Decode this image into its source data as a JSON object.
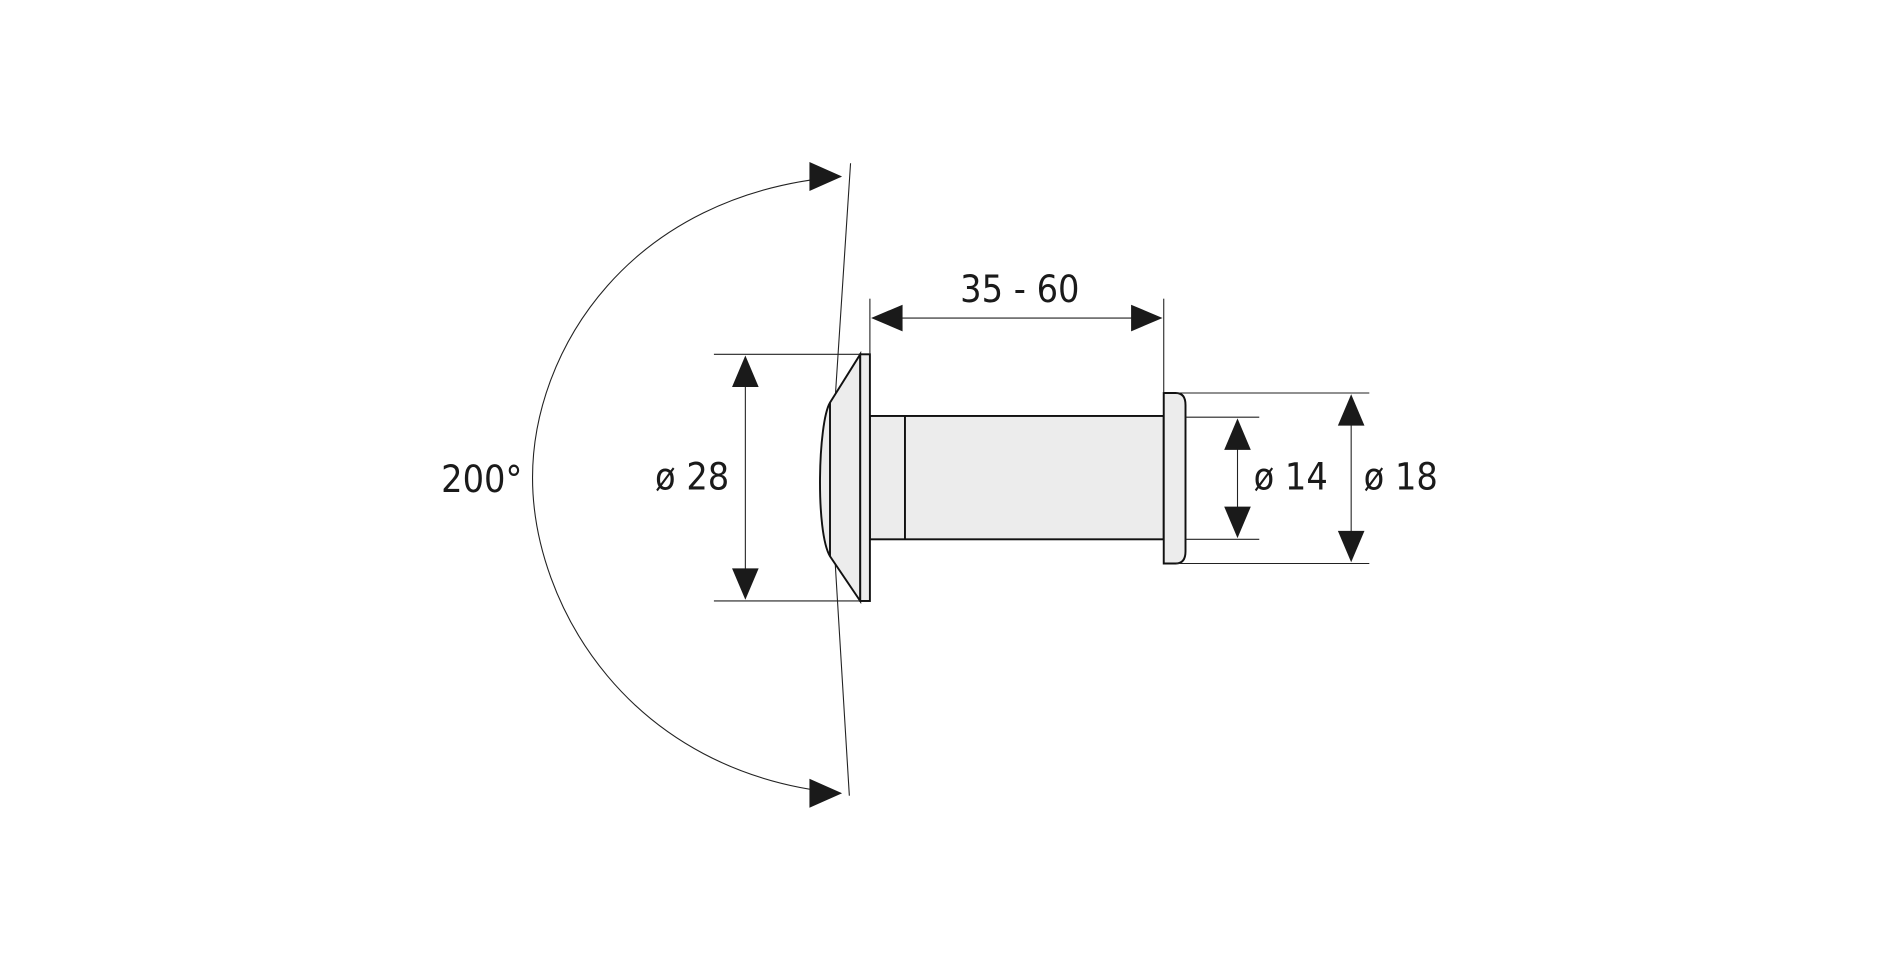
{
  "diagram": {
    "angle_label": "200°",
    "length_label": "35 - 60",
    "flange_diameter_label": "ø 28",
    "tube_diameter_label": "ø 14",
    "cap_diameter_label": "ø 18"
  },
  "colors": {
    "part_fill": "#ececec",
    "line": "#1a1a1a"
  }
}
